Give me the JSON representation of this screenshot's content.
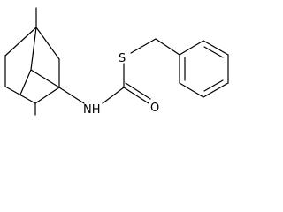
{
  "molecule": {
    "atoms": {
      "sulfur": "S",
      "nitrogen_hydrogen": "NH",
      "oxygen": "O"
    },
    "colors": {
      "bond": "#000000",
      "background": "#ffffff"
    }
  }
}
